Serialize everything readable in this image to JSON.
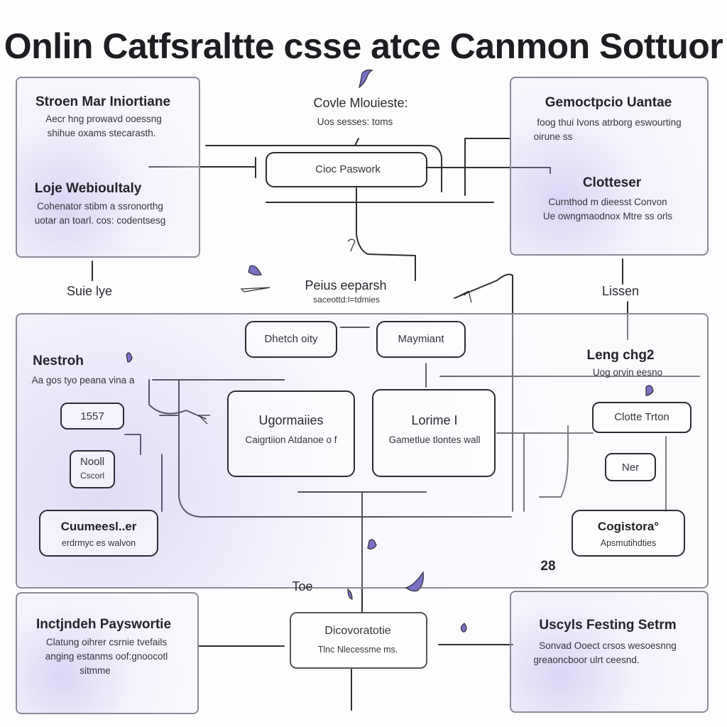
{
  "title": "Onlin Catfsraltte csse atce Canmon Sottuor",
  "top_left": {
    "heading": "Stroen Mar Iniortiane",
    "line1": "Aecr hng prowavd ooessng",
    "line2": "shihue oxams stecarasth.",
    "sub_heading": "Loje Webioultaly",
    "sub_line1": "Cohenator stibm a ssronorthg",
    "sub_line2": "uotar an toarl. cos: codentsesg"
  },
  "top_center": {
    "heading": "Covle Mlouieste:",
    "sub": "Uos sesses: toms",
    "node": "Cioc Paswork"
  },
  "top_right": {
    "heading": "Gemoctpcio Uantae",
    "line1": "foog thui Ivons atrborg eswourting",
    "line2": "oirune ss",
    "sub_heading": "Clotteser",
    "sub_line1": "Curnthod m dieesst Convon",
    "sub_line2": "Ue owngmaodnox Mtre ss orls"
  },
  "labels": {
    "left": "Suie lye",
    "right": "Lissen",
    "center": "Peius eeparsh",
    "center_sub": "saceottd:l=tdmies"
  },
  "middle": {
    "node_top_left": "Dhetch oity",
    "node_top_right": "Maymiant",
    "left_heading": "Nestroh",
    "left_sub": "Aa gos tyo peana vina a",
    "left_node1": "1557",
    "left_node2_line1": "Nooll",
    "left_node2_line2": "Cscorl",
    "left_node3_heading": "Cuumeesl..er",
    "left_node3_sub": "erdrmyc es walvon",
    "center_left_heading": "Ugormaiies",
    "center_left_sub": "Caigrtiion Atdanoe o f",
    "center_right_heading": "Lorime I",
    "center_right_sub": "Gametlue tlontes wall",
    "right_heading": "Leng chg2",
    "right_sub": "Uog orvin eesno",
    "right_node1": "Clotte Trton",
    "right_node2": "Ner",
    "right_node3_heading": "Cogistora°",
    "right_node3_sub": "Apsmutihdties"
  },
  "labels_bottom": {
    "left": "Toe",
    "right": "28"
  },
  "bottom_left": {
    "heading": "Inctjndeh Payswortie",
    "line1": "Clatung oihrer csrnie tvefails",
    "line2": "anging estanms oof:gnoocotl",
    "line3": "sitmme"
  },
  "bottom_center": {
    "heading": "Dicovoratotie",
    "sub": "Tlnc Nlecessme ms."
  },
  "bottom_right": {
    "heading": "Uscyls Festing Setrm",
    "line1": "Sonvad Ooect crsos wesoesnng",
    "line2": "greaoncboor ulrt ceesnd."
  },
  "colors": {
    "panel_border": "#8a8a96",
    "node_border": "#2c2c34",
    "accent": "#7a70c4",
    "wash": "#b7aeea"
  },
  "icons": [
    "bird-icon",
    "arrow-icon",
    "leaf-icon",
    "flame-icon"
  ]
}
